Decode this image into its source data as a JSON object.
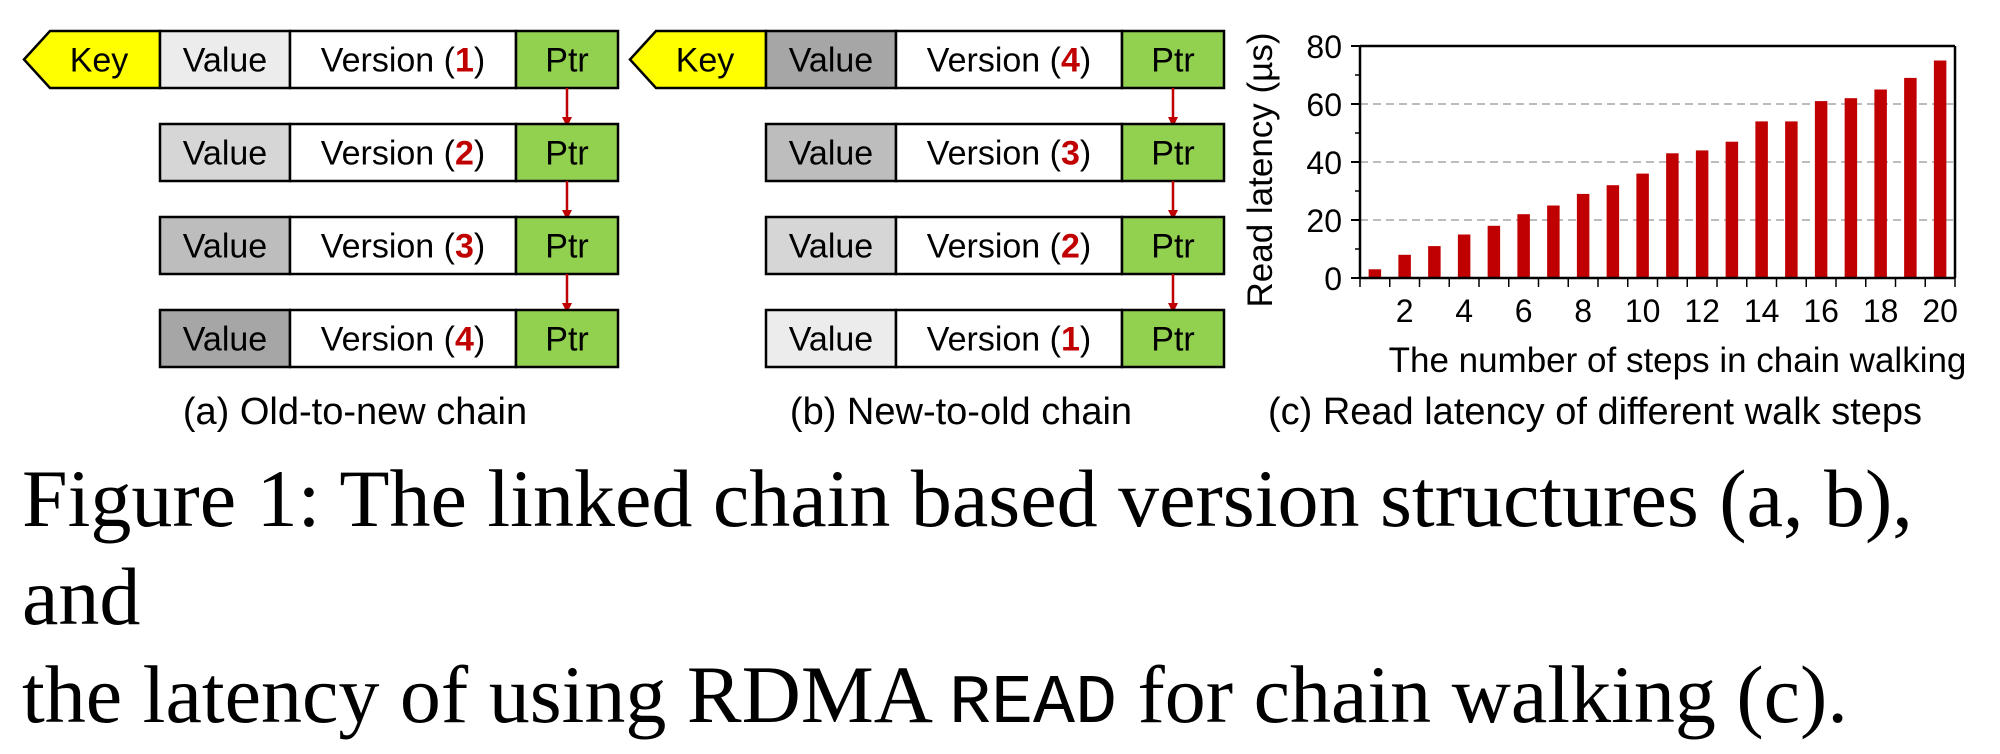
{
  "panels": {
    "a": {
      "key_label": "Key",
      "rows": [
        {
          "value_label": "Value",
          "value_fill": "#ececec",
          "version_prefix": "Version (",
          "version_num": "1",
          "version_suffix": ")",
          "ptr_label": "Ptr"
        },
        {
          "value_label": "Value",
          "value_fill": "#d6d6d6",
          "version_prefix": "Version (",
          "version_num": "2",
          "version_suffix": ")",
          "ptr_label": "Ptr"
        },
        {
          "value_label": "Value",
          "value_fill": "#bdbdbd",
          "version_prefix": "Version (",
          "version_num": "3",
          "version_suffix": ")",
          "ptr_label": "Ptr"
        },
        {
          "value_label": "Value",
          "value_fill": "#a6a6a6",
          "version_prefix": "Version (",
          "version_num": "4",
          "version_suffix": ")",
          "ptr_label": "Ptr"
        }
      ],
      "caption": "(a) Old-to-new chain"
    },
    "b": {
      "key_label": "Key",
      "rows": [
        {
          "value_label": "Value",
          "value_fill": "#a6a6a6",
          "version_prefix": "Version (",
          "version_num": "4",
          "version_suffix": ")",
          "ptr_label": "Ptr"
        },
        {
          "value_label": "Value",
          "value_fill": "#bdbdbd",
          "version_prefix": "Version (",
          "version_num": "3",
          "version_suffix": ")",
          "ptr_label": "Ptr"
        },
        {
          "value_label": "Value",
          "value_fill": "#d6d6d6",
          "version_prefix": "Version (",
          "version_num": "2",
          "version_suffix": ")",
          "ptr_label": "Ptr"
        },
        {
          "value_label": "Value",
          "value_fill": "#ececec",
          "version_prefix": "Version (",
          "version_num": "1",
          "version_suffix": ")",
          "ptr_label": "Ptr"
        }
      ],
      "caption": "(b) New-to-old chain"
    },
    "c": {
      "caption": "(c) Read latency of different walk steps"
    }
  },
  "colors": {
    "key_fill": "#ffff00",
    "ptr_fill": "#92d050",
    "version_num": "#c00000",
    "arrow": "#c00000",
    "bar": "#c00000",
    "grid": "#a6a6a6"
  },
  "chart_data": {
    "type": "bar",
    "x": [
      1,
      2,
      3,
      4,
      5,
      6,
      7,
      8,
      9,
      10,
      11,
      12,
      13,
      14,
      15,
      16,
      17,
      18,
      19,
      20
    ],
    "values": [
      3,
      8,
      11,
      15,
      18,
      22,
      25,
      29,
      32,
      36,
      43,
      44,
      47,
      54,
      54,
      61,
      62,
      65,
      69,
      75
    ],
    "xlabel": "The number of steps in chain walking",
    "ylabel": "Read latency (µs)",
    "ylim": [
      0,
      80
    ],
    "yticks": [
      0,
      20,
      40,
      60,
      80
    ],
    "xticks": [
      2,
      4,
      6,
      8,
      10,
      12,
      14,
      16,
      18,
      20
    ],
    "grid": "horizontal dashed",
    "legend": "none"
  },
  "figure_caption": {
    "line1": "Figure 1: The linked chain based version structures (a, b), and",
    "line2_pre": "the latency of using RDMA ",
    "line2_code": "READ",
    "line2_post": " for chain walking (c)."
  }
}
